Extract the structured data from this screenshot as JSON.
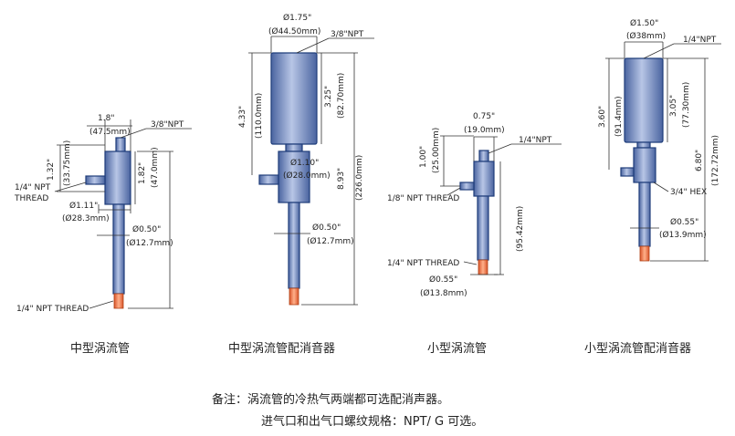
{
  "colors": {
    "body_fill": "#7d94c6",
    "body_stroke": "#1f3d7a",
    "tip": "#f07a4a",
    "dim_line": "#333333"
  },
  "fig1": {
    "d_top": "1.8\"",
    "d_top_mm": "(47.5mm)",
    "port": "3/8\"NPT",
    "h1": "1.32\"",
    "h1_mm": "(33.75mm)",
    "h2": "1.82\"",
    "h2_mm": "(47.0mm)",
    "side": "1/4\" NPT",
    "side2": "THREAD",
    "d_body": "Ø1.11\"",
    "d_body_mm": "(Ø28.3mm)",
    "d_tube": "Ø0.50\"",
    "d_tube_mm": "(Ø12.7mm)",
    "bottom": "1/4\" NPT THREAD",
    "caption": "中型涡流管"
  },
  "fig2": {
    "d_top": "Ø1.75\"",
    "d_top_mm": "(Ø44.50mm)",
    "port": "3/8\"NPT",
    "h_total": "4.33\"",
    "h_total_mm": "(110.0mm)",
    "h_muff": "3.25\"",
    "h_muff_mm": "(82.70mm)",
    "d_body": "Ø1.10\"",
    "d_body_mm": "(Ø28.0mm)",
    "h_all": "8.93\"",
    "h_all_mm": "(226.0mm)",
    "d_tube": "Ø0.50\"",
    "d_tube_mm": "(Ø12.7mm)",
    "caption": "中型涡流管配消音器"
  },
  "fig3": {
    "d_top": "0.75\"",
    "d_top_mm": "(19.0mm)",
    "port": "1/4\"NPT",
    "h1": "1.00\"",
    "h1_mm": "(25.00mm)",
    "side": "1/8\" NPT THREAD",
    "h_tube": "(95.42mm)",
    "bottom": "1/4\" NPT THREAD",
    "d_tube": "Ø0.55\"",
    "d_tube_mm": "(Ø13.8mm)",
    "caption": "小型涡流管"
  },
  "fig4": {
    "d_top": "Ø1.50\"",
    "d_top_mm": "(Ø38mm)",
    "port": "1/4\"NPT",
    "h_total": "3.60\"",
    "h_total_mm": "(91.4mm)",
    "h_muff": "3.05\"",
    "h_muff_mm": "(77.30mm)",
    "h_all": "6.80\"",
    "h_all_mm": "(172.72mm)",
    "hex": "3/4\" HEX",
    "d_tube": "Ø0.55\"",
    "d_tube_mm": "(Ø13.9mm)",
    "caption": "小型涡流管配消音器"
  },
  "notes": {
    "line1": "备注：涡流管的冷热气两端都可选配消声器。",
    "line2": "进气口和出气口螺纹规格：NPT/ G 可选。"
  }
}
